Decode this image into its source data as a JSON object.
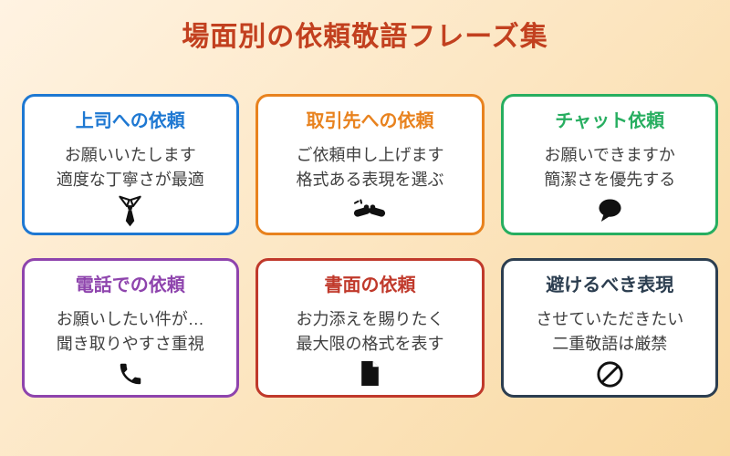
{
  "title": "場面別の依頼敬語フレーズ集",
  "colors": {
    "background_top": "#FFF3E2",
    "background_bottom": "#F9D9A2",
    "title_text": "#C2401F",
    "body_text": "#404040",
    "card_background": "#FFFFFF",
    "icon": "#111111"
  },
  "cards": [
    {
      "title": "上司への依頼",
      "phrase": "お願いいたします",
      "note": "適度な丁寧さが最適",
      "icon": "necktie-icon",
      "accent": "#1E78D2"
    },
    {
      "title": "取引先への依頼",
      "phrase": "ご依頼申し上げます",
      "note": "格式ある表現を選ぶ",
      "icon": "handshake-icon",
      "accent": "#E8821E"
    },
    {
      "title": "チャット依頼",
      "phrase": "お願いできますか",
      "note": "簡潔さを優先する",
      "icon": "speech-bubble-icon",
      "accent": "#27AE60"
    },
    {
      "title": "電話での依頼",
      "phrase": "お願いしたい件が…",
      "note": "聞き取りやすさ重視",
      "icon": "phone-icon",
      "accent": "#8E44AD"
    },
    {
      "title": "書面の依頼",
      "phrase": "お力添えを賜りたく",
      "note": "最大限の格式を表す",
      "icon": "document-icon",
      "accent": "#C0392B"
    },
    {
      "title": "避けるべき表現",
      "phrase": "させていただきたい",
      "note": "二重敬語は厳禁",
      "icon": "prohibition-icon",
      "accent": "#2C3E50"
    }
  ]
}
